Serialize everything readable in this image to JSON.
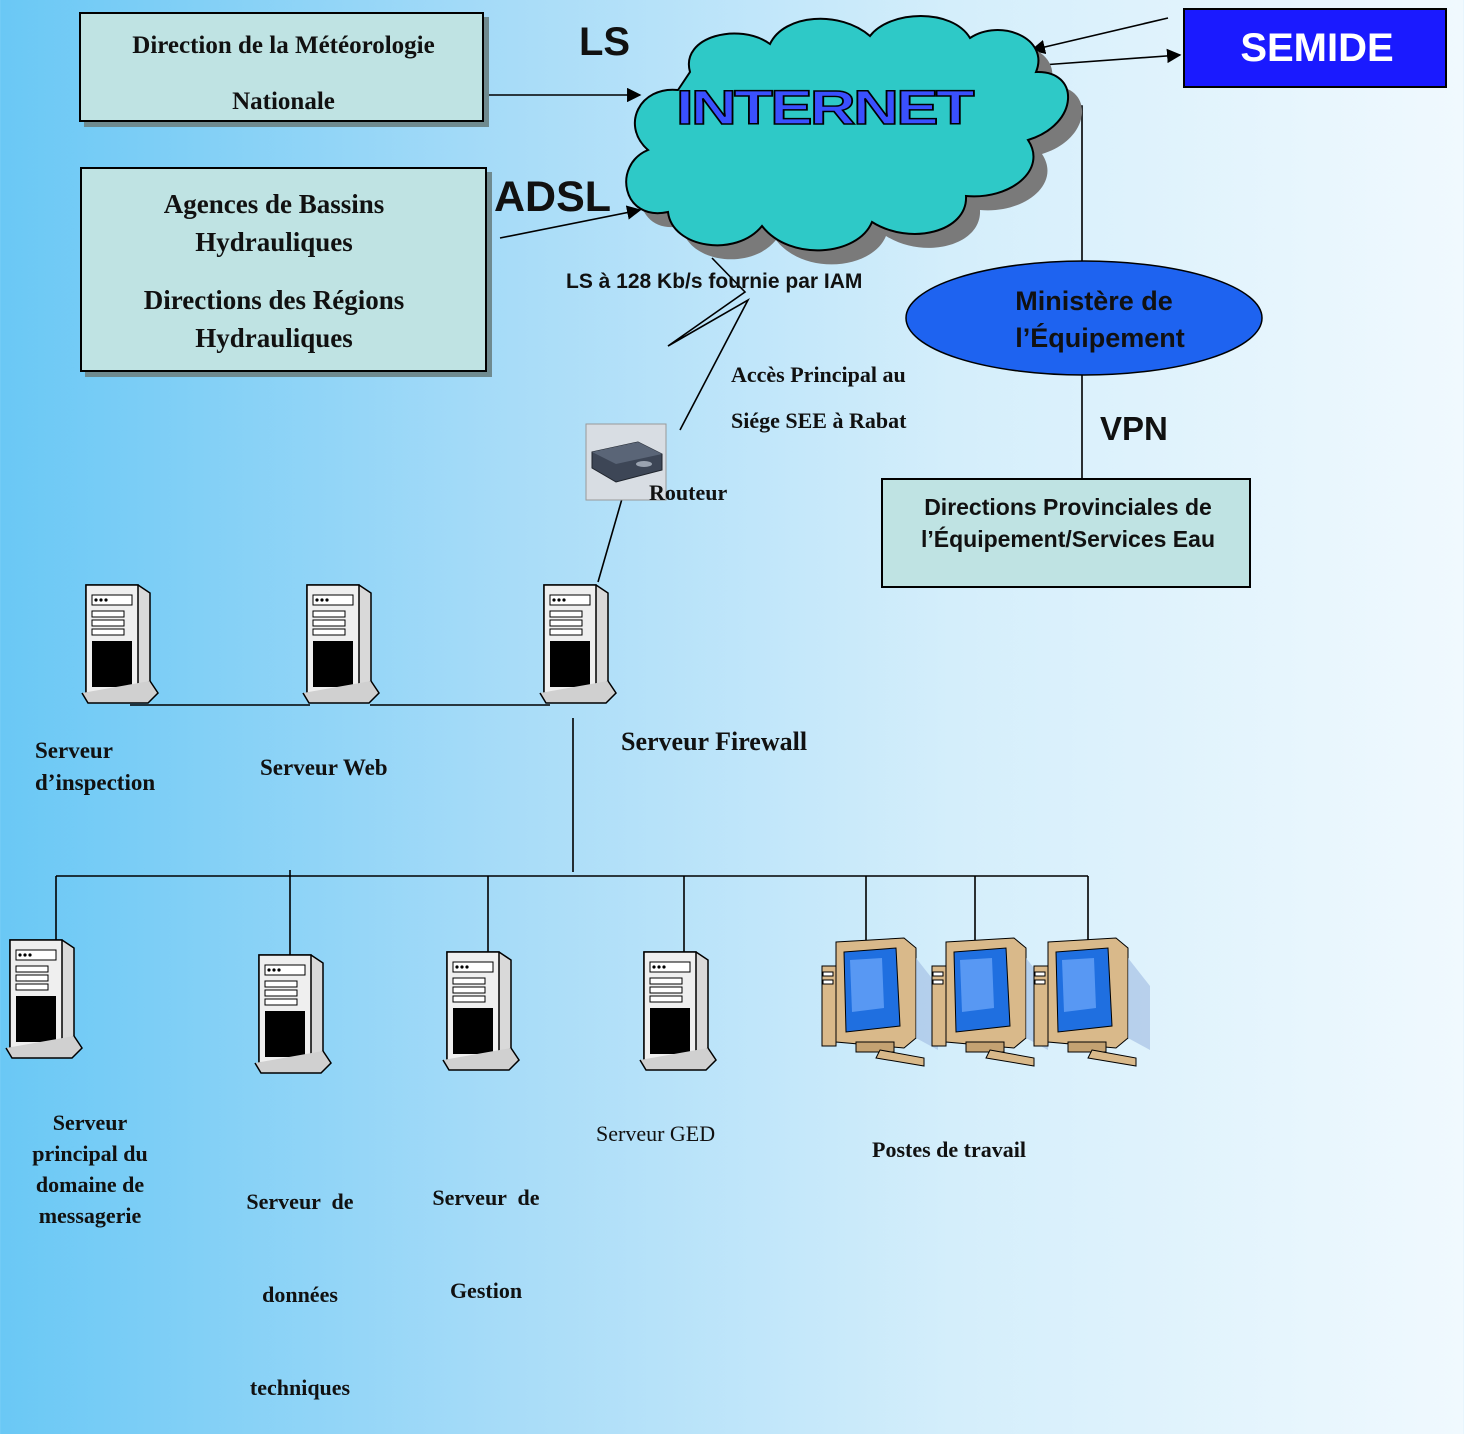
{
  "boxes": {
    "dmn_line1": "Direction de la Météorologie",
    "dmn_line2": "Nationale",
    "abh_line1": "Agences de Bassins",
    "abh_line2": "Hydrauliques",
    "drh_line1": "Directions des Régions",
    "drh_line2": "Hydrauliques",
    "semide": "SEMIDE",
    "dpe_line1": "Directions Provinciales de",
    "dpe_line2": "l’Équipement/Services Eau"
  },
  "labels": {
    "ls": "LS",
    "adsl": "ADSL",
    "internet": "INTERNET",
    "ls_iam": "LS à 128 Kb/s fournie par IAM",
    "acces_line1": "Accès Principal au",
    "acces_line2": "Siége SEE à Rabat",
    "routeur": "Routeur",
    "ministere_line1": "Ministère de",
    "ministere_line2": "l’Équipement",
    "vpn": "VPN"
  },
  "nodes": {
    "inspection_line1": "Serveur",
    "inspection_line2": "d’inspection",
    "web": "Serveur Web",
    "firewall": "Serveur Firewall",
    "principal_line1": "Serveur",
    "principal_line2": "principal du",
    "principal_line3": "domaine de",
    "principal_line4": "messagerie",
    "donnees_line1": "Serveur  de",
    "donnees_line2": "données",
    "donnees_line3": "techniques",
    "gestion_line1": "Serveur  de",
    "gestion_line2": "Gestion",
    "ged": "Serveur GED",
    "postes": "Postes de travail"
  },
  "colors": {
    "box_fill": "#bfe3e3",
    "cloud_fill": "#2ec9c7",
    "semide_fill": "#1a1aff",
    "ministere_fill": "#1e63f0",
    "internet_text": "#3a50ff"
  },
  "icons": [
    "server-icon",
    "router-icon",
    "workstation-icon",
    "cloud-icon"
  ]
}
